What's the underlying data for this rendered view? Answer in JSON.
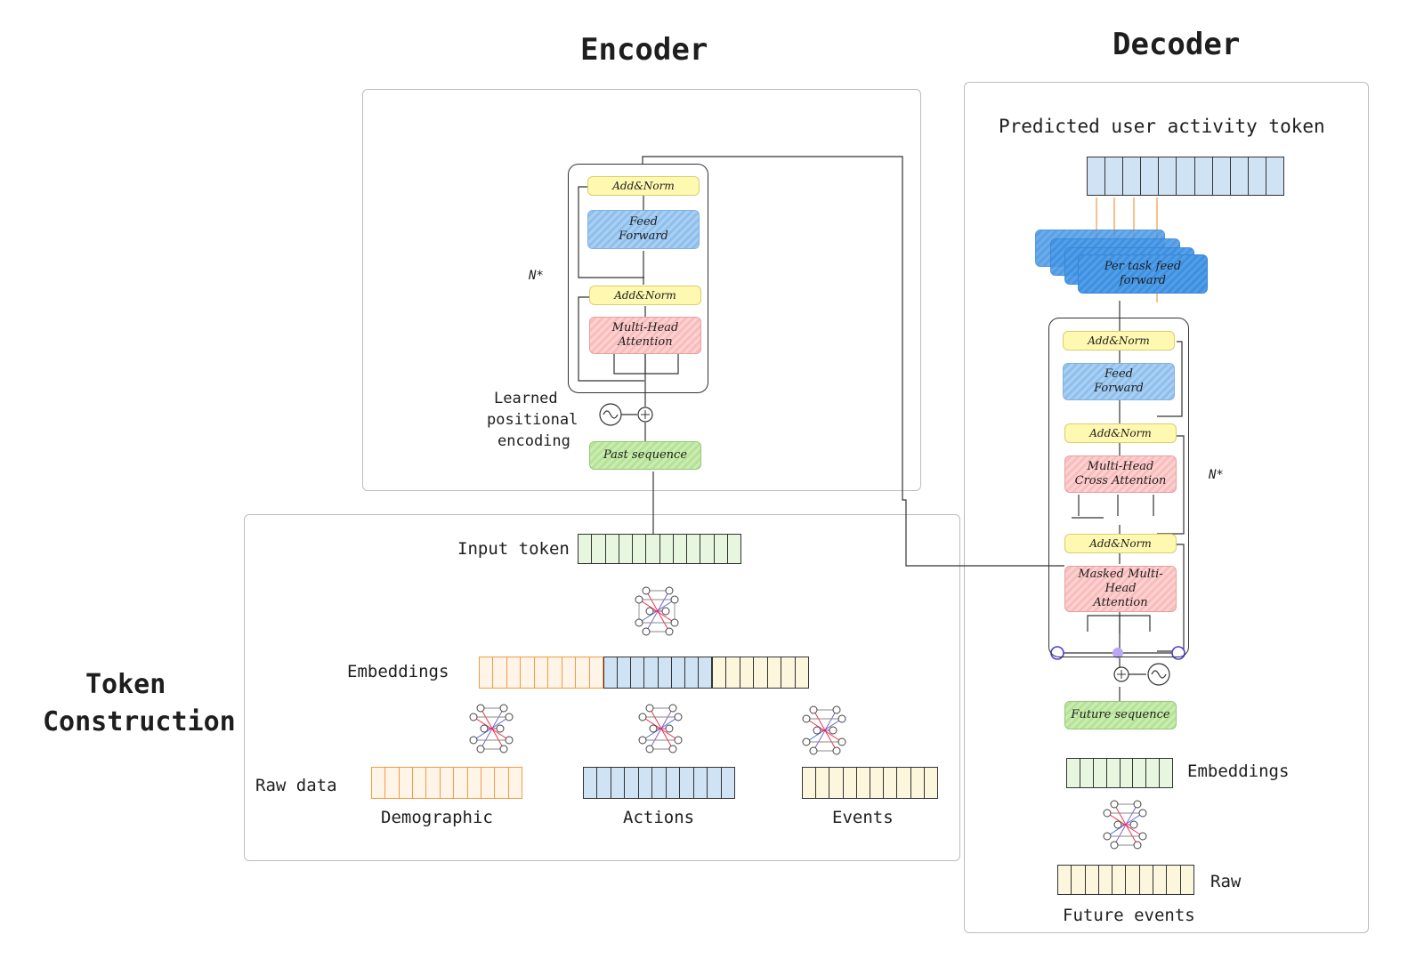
{
  "titles": {
    "encoder": "Encoder",
    "decoder": "Decoder",
    "token_construction_line1": "Token",
    "token_construction_line2": "Construction"
  },
  "encoder": {
    "add_norm_top": "Add&Norm",
    "feed_forward_line1": "Feed",
    "feed_forward_line2": "Forward",
    "add_norm_bottom": "Add&Norm",
    "mha_line1": "Multi-Head",
    "mha_line2": "Attention",
    "repeat": "N*",
    "pos_enc_line1": "Learned",
    "pos_enc_line2": "positional",
    "pos_enc_line3": "encoding",
    "past_sequence": "Past sequence"
  },
  "token_construction": {
    "input_token": "Input token",
    "embeddings": "Embeddings",
    "raw_data": "Raw data",
    "demographic": "Demographic",
    "actions": "Actions",
    "events": "Events"
  },
  "decoder": {
    "predicted": "Predicted user activity token",
    "per_task_line1": "Per task feed",
    "per_task_line2": "forward",
    "add_norm_1": "Add&Norm",
    "feed_forward_line1": "Feed",
    "feed_forward_line2": "Forward",
    "add_norm_2": "Add&Norm",
    "cross_line1": "Multi-Head",
    "cross_line2": "Cross Attention",
    "add_norm_3": "Add&Norm",
    "masked_line1": "Masked Multi-Head",
    "masked_line2": "Attention",
    "repeat": "N*",
    "future_sequence": "Future sequence",
    "embeddings": "Embeddings",
    "raw": "Raw",
    "future_events": "Future events"
  },
  "colors": {
    "orange": "#f59b42",
    "blue_token": "#cfe3f5",
    "cream_token": "#fbf6dc",
    "green_token": "#e6f6df",
    "arrow_orange": "#f29a3c",
    "purple": "#4a3fd6"
  }
}
